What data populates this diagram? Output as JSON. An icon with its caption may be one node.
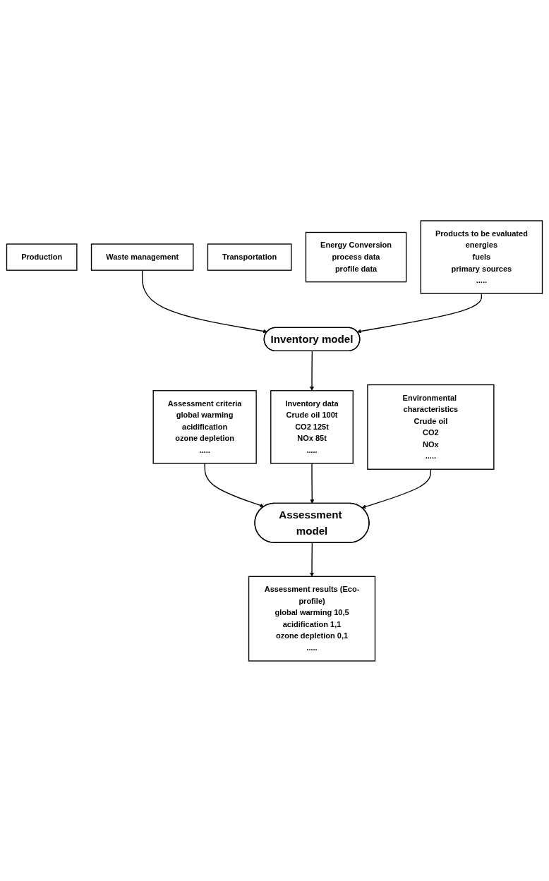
{
  "diagram": {
    "nodes": [
      {
        "text": [
          "Production"
        ]
      },
      {
        "text": [
          "Waste management"
        ]
      },
      {
        "text": [
          "Transportation"
        ]
      },
      {
        "text": [
          "Energy Conversion",
          "process data",
          "profile data"
        ]
      },
      {
        "text": [
          "Products to be evaluated",
          "energies",
          "fuels",
          "primary sources",
          "....."
        ]
      },
      {
        "text": [
          "Inventory model"
        ]
      },
      {
        "text": [
          "Assessment criteria",
          "global warming",
          "acidification",
          "ozone depletion",
          "....."
        ]
      },
      {
        "text": [
          "Inventory data",
          "Crude oil 100t",
          "CO2 125t",
          "NOx 85t",
          "....."
        ]
      },
      {
        "text": [
          "Environmental characteristics",
          "Crude oil",
          "CO2",
          "NOx",
          "....."
        ]
      },
      {
        "text": [
          "Assessment model"
        ]
      },
      {
        "text": [
          "Assessment results (Eco-profile)",
          "global warming 10,5",
          "acidification 1,1",
          "ozone depletion 0,1",
          "....."
        ]
      }
    ],
    "edges": [
      {
        "from": 1,
        "to": 5,
        "arrow": "to"
      },
      {
        "from": 4,
        "to": 5,
        "arrow": "to"
      },
      {
        "from": 5,
        "to": 7,
        "arrow": "to"
      },
      {
        "from": 6,
        "to": 9,
        "arrow": "to"
      },
      {
        "from": 7,
        "to": 9,
        "arrow": "to"
      },
      {
        "from": 8,
        "to": 9,
        "arrow": "to"
      },
      {
        "from": 9,
        "to": 10,
        "arrow": "to"
      }
    ]
  }
}
